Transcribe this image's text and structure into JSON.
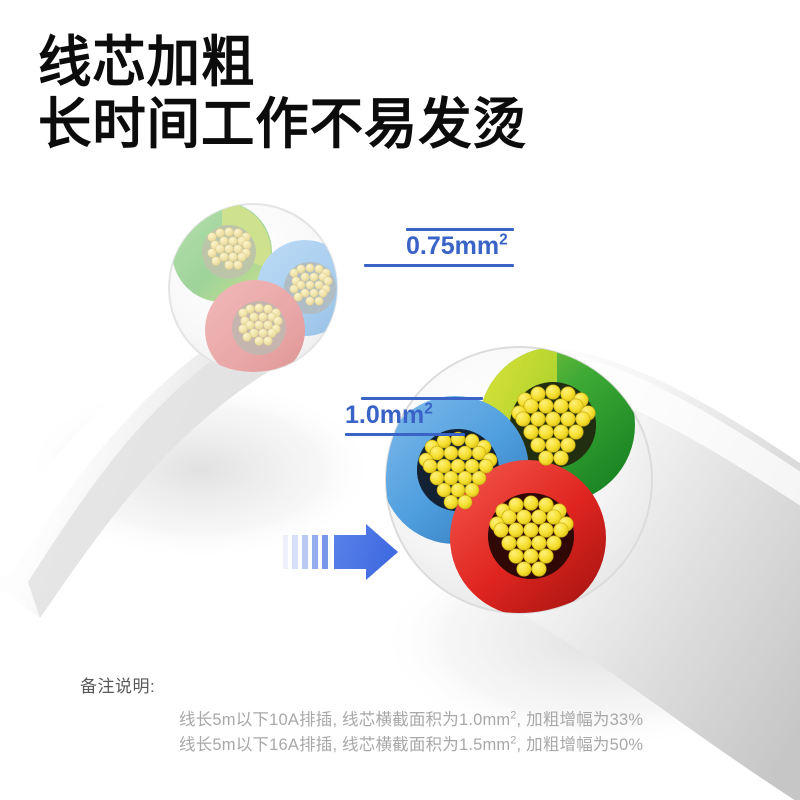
{
  "headline": {
    "line1": "线芯加粗",
    "line2": "长时间工作不易发烫"
  },
  "callouts": {
    "small": {
      "value": "0.75mm",
      "exponent": "2",
      "color": "#3a63c8",
      "name": "0.75mm2"
    },
    "large": {
      "value": "1.0mm",
      "exponent": "2",
      "color": "#3a63c8",
      "name": "1.0mm2"
    }
  },
  "arrow": {
    "icon": "right-arrow-icon",
    "color": "#4a73e8",
    "trail_color": "#6b8ee8",
    "direction": "right"
  },
  "notes": {
    "label": "备注说明:",
    "label_color": "#595959",
    "body_color": "#a8a8a8",
    "lines": [
      {
        "prefix": "线长5m以下10A排插, 线芯横截面积为1.0mm",
        "exponent": "2",
        "suffix": ", 加粗增幅为33%"
      },
      {
        "prefix": "线长5m以下16A排插, 线芯横截面积为1.5mm",
        "exponent": "2",
        "suffix": ", 加粗增幅为50%"
      }
    ]
  },
  "artwork": {
    "small_cable": {
      "name": "thin-cable-cross-section",
      "sheath_color": "#f2f2f2",
      "conductors": [
        {
          "name": "green-conductor",
          "color": "#9ed39a"
        },
        {
          "name": "blue-conductor",
          "color": "#a8cdee"
        },
        {
          "name": "red-conductor",
          "color": "#e9a6a6"
        }
      ],
      "strand_color": "#f0e3a8"
    },
    "large_cable": {
      "name": "thick-cable-cross-section",
      "sheath_color": "#d8d8d8",
      "conductors": [
        {
          "name": "green-conductor",
          "color": "#1f9b2e"
        },
        {
          "name": "blue-conductor",
          "color": "#4f9ede"
        },
        {
          "name": "red-conductor",
          "color": "#e02520"
        }
      ],
      "strand_color": "#f5df2e"
    },
    "background_color": "#ffffff"
  }
}
